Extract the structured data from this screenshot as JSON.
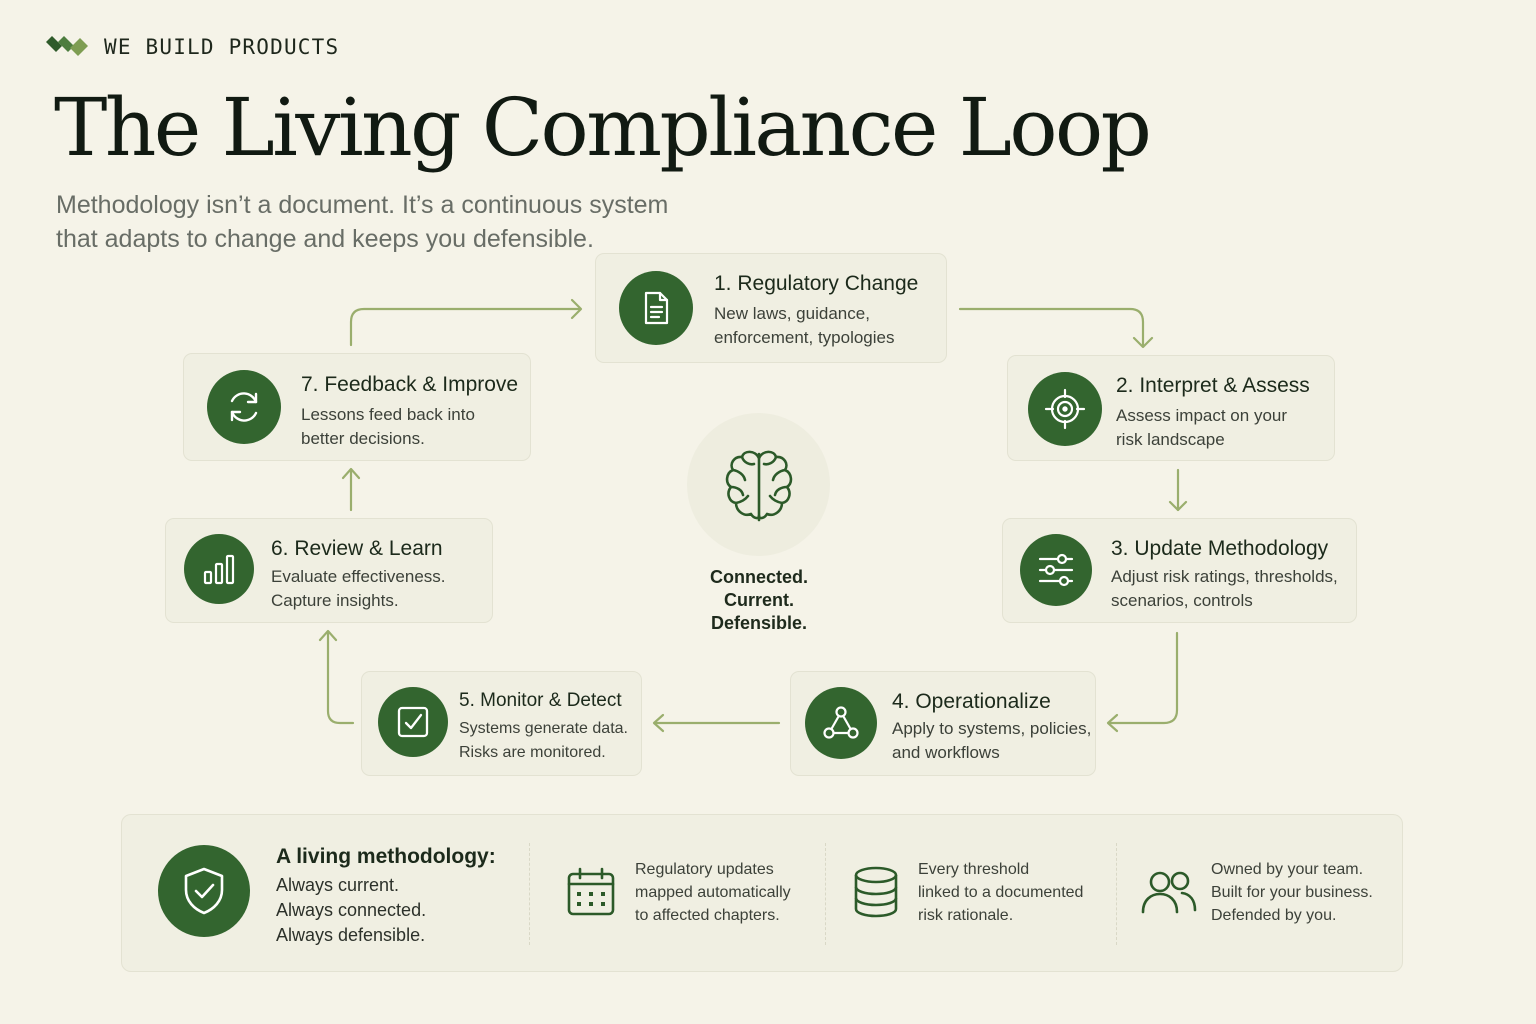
{
  "brand": {
    "name": "WE BUILD PRODUCTS",
    "icon": "wb-logo-icon"
  },
  "header": {
    "title": "The Living Compliance Loop",
    "subtitle_lines": [
      "Methodology isn’t a document. It’s a continuous system",
      "that adapts to change and keeps you defensible."
    ]
  },
  "steps": [
    {
      "title": "1. Regulatory Change",
      "desc": [
        "New laws, guidance,",
        "enforcement, typologies"
      ],
      "icon": "document-icon"
    },
    {
      "title": "2. Interpret & Assess",
      "desc": [
        "Assess impact on your",
        "risk landscape"
      ],
      "icon": "target-icon"
    },
    {
      "title": "3. Update Methodology",
      "desc": [
        "Adjust risk ratings, thresholds,",
        "scenarios, controls"
      ],
      "icon": "sliders-icon"
    },
    {
      "title": "4. Operationalize",
      "desc": [
        "Apply to systems, policies,",
        "and workflows"
      ],
      "icon": "network-icon"
    },
    {
      "title": "5. Monitor & Detect",
      "desc": [
        "Systems generate data.",
        "Risks are monitored."
      ],
      "icon": "checkbox-icon"
    },
    {
      "title": "6. Review & Learn",
      "desc": [
        "Evaluate effectiveness.",
        "Capture insights."
      ],
      "icon": "bar-chart-icon"
    },
    {
      "title": "7. Feedback & Improve",
      "desc": [
        "Lessons feed back into",
        "better decisions."
      ],
      "icon": "refresh-icon"
    }
  ],
  "center": {
    "icon": "brain-icon",
    "lines": [
      "Connected.",
      "Current.",
      "Defensible."
    ]
  },
  "bottom": {
    "heading": "A living methodology:",
    "lines": [
      "Always current.",
      "Always connected.",
      "Always defensible."
    ],
    "features": [
      {
        "icon": "calendar-icon",
        "lines": [
          "Regulatory updates",
          "mapped automatically",
          "to affected chapters."
        ]
      },
      {
        "icon": "database-icon",
        "lines": [
          "Every threshold",
          "linked to a documented",
          "risk rationale."
        ]
      },
      {
        "icon": "users-icon",
        "lines": [
          "Owned by your team.",
          "Built for your business.",
          "Defended by you."
        ]
      }
    ]
  },
  "colors": {
    "background": "#f5f3e8",
    "accent": "#33652f",
    "arrow": "#9aae6d",
    "card": "#f0efe2"
  }
}
